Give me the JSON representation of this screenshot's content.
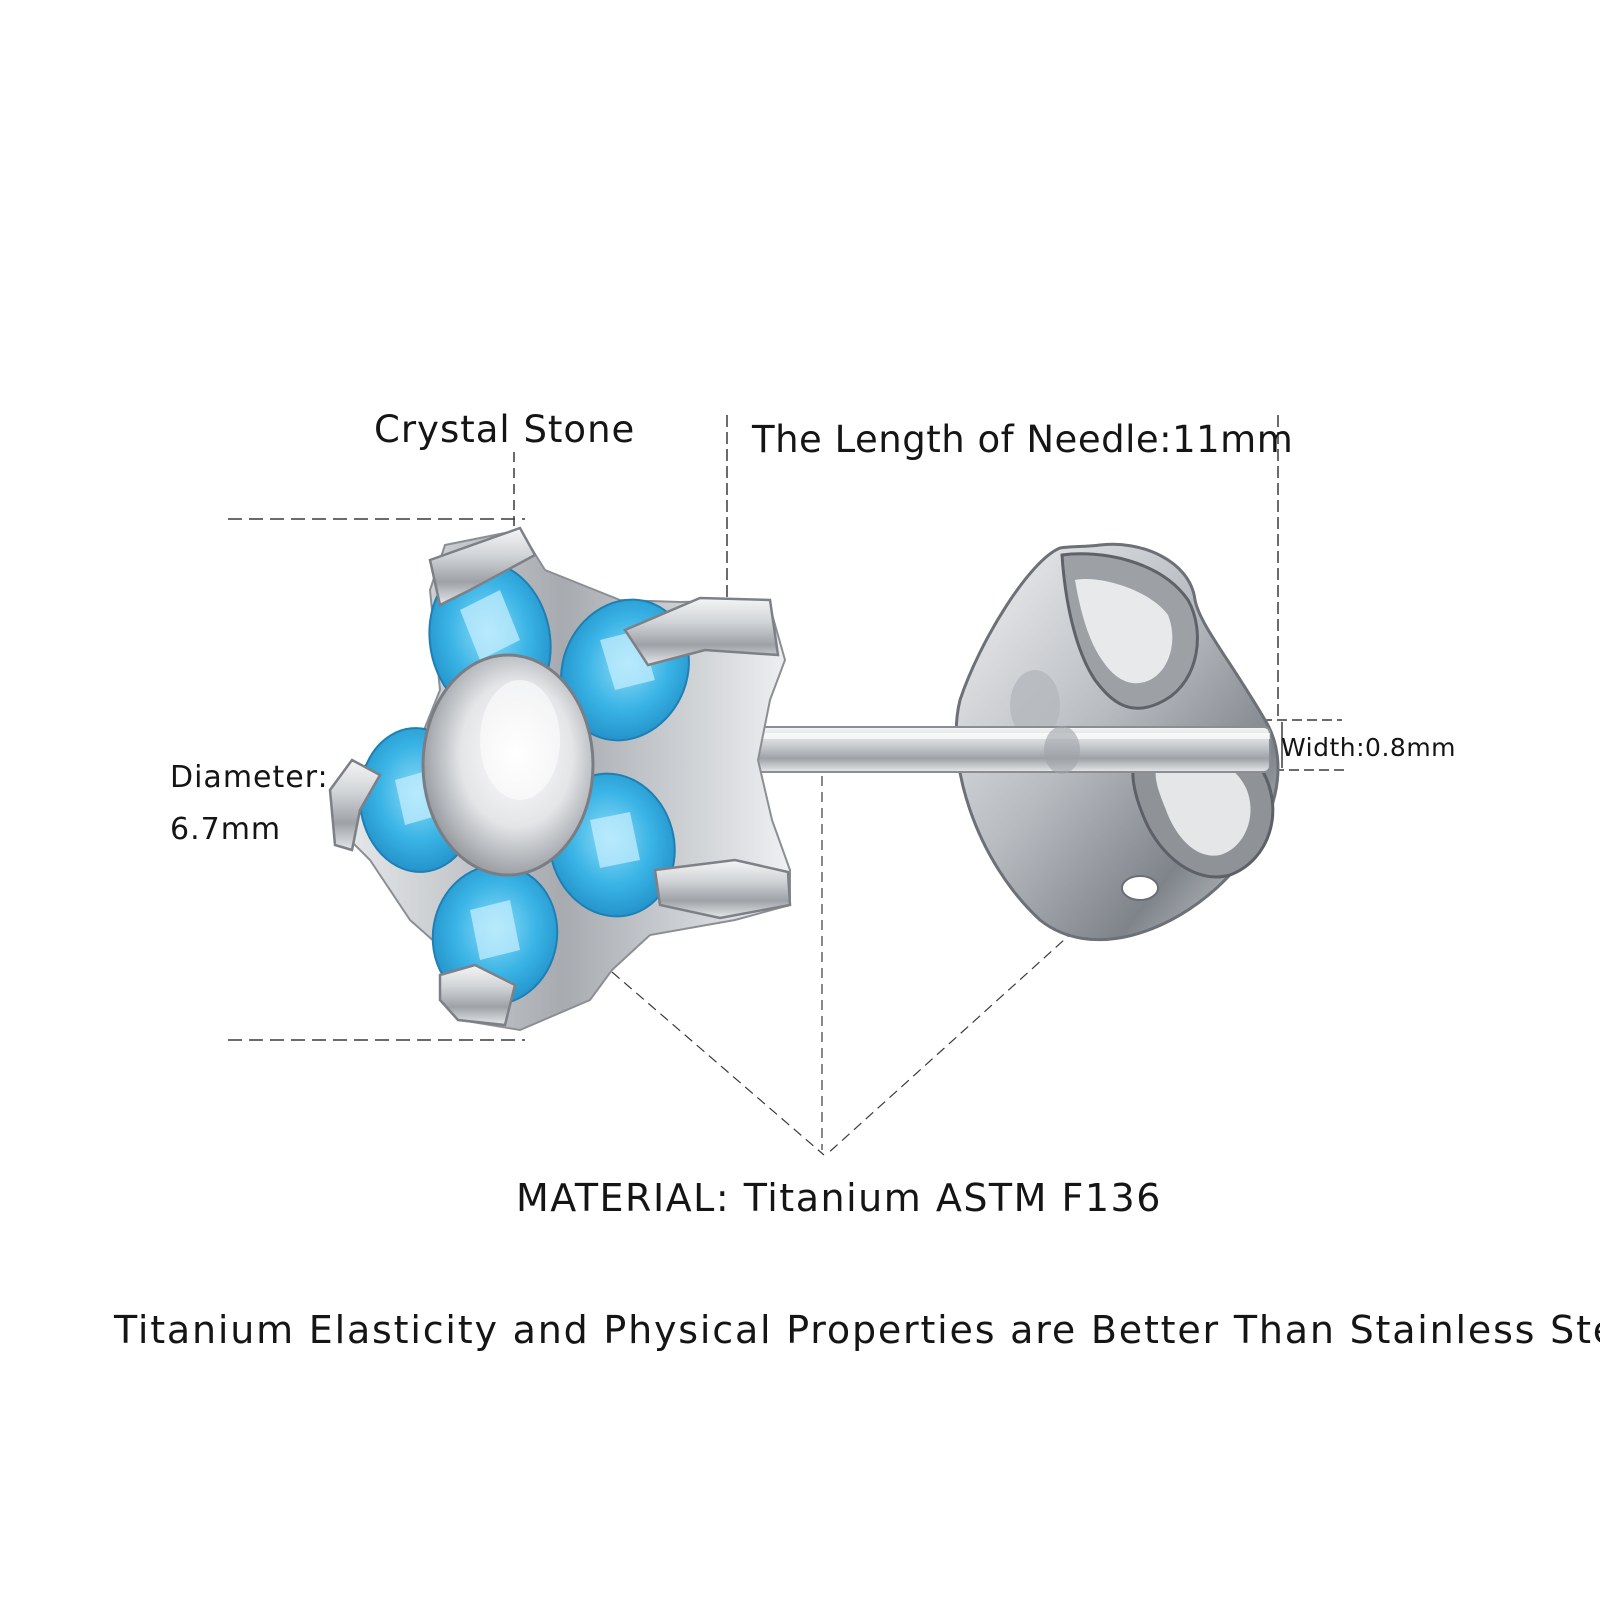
{
  "labels": {
    "crystal_stone": "Crystal Stone",
    "needle_length": "The Length of Needle:11mm",
    "width": "Width:0.8mm",
    "diameter_title": "Diameter:",
    "diameter_value": "6.7mm",
    "material": "MATERIAL: Titanium  ASTM F136",
    "footer": "Titanium Elasticity and Physical Properties are Better Than Stainless Steel"
  },
  "colors": {
    "background": "#ffffff",
    "crystal": "#3ab4e6",
    "metal": "#c9ccd0",
    "metal_dark": "#7b7f85",
    "guide_line": "#333333"
  }
}
